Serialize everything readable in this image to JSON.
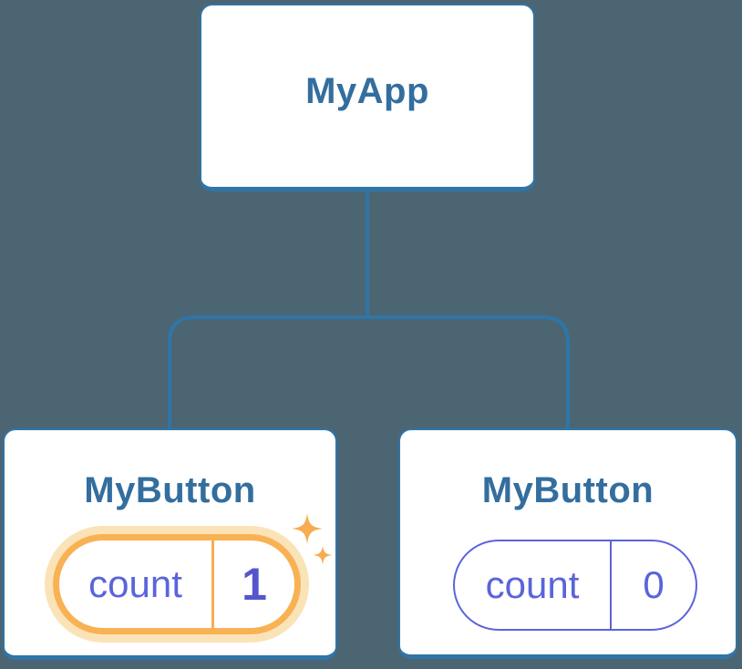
{
  "diagram": {
    "kind": "component-tree",
    "root": {
      "label": "MyApp"
    },
    "children": [
      {
        "label": "MyButton",
        "state": {
          "key": "count",
          "value": "1"
        },
        "highlighted": true
      },
      {
        "label": "MyButton",
        "state": {
          "key": "count",
          "value": "0"
        },
        "highlighted": false
      }
    ]
  },
  "appearance": {
    "background_color": "#4C6572",
    "connector_color": "#2F75A8",
    "node_border_color": "#2F75A8",
    "node_fill_color": "#FFFFFF",
    "title_color": "#336E9E",
    "state_text_color": "#5A64DA",
    "state_value_highlight_color": "#5456CC",
    "highlight_border_color": "#F8B254",
    "highlight_glow_color": "#FBE3B8",
    "sparkle_color": "#F6AC50"
  }
}
